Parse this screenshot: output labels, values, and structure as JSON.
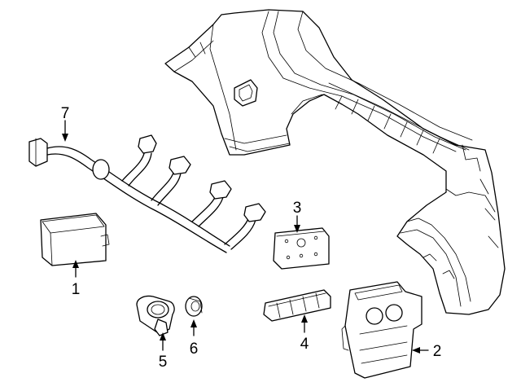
{
  "callouts": {
    "c1": "1",
    "c2": "2",
    "c3": "3",
    "c4": "4",
    "c5": "5",
    "c6": "6",
    "c7": "7"
  },
  "parts": [
    {
      "callout": "1",
      "icon": "control-module"
    },
    {
      "callout": "2",
      "icon": "bracket-with-round-holes"
    },
    {
      "callout": "3",
      "icon": "mounting-plate"
    },
    {
      "callout": "4",
      "icon": "sensor-bracket-strip"
    },
    {
      "callout": "5",
      "icon": "park-assist-sensor"
    },
    {
      "callout": "6",
      "icon": "sensor-grommet"
    },
    {
      "callout": "7",
      "icon": "wiring-harness"
    }
  ],
  "colors": {
    "line": "#000000",
    "background": "#ffffff"
  }
}
